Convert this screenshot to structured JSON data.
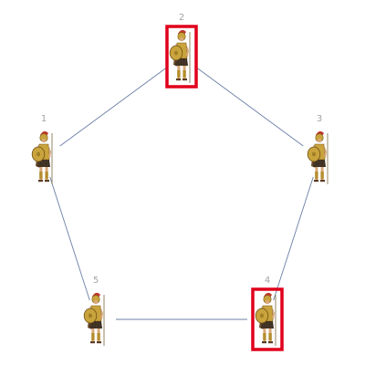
{
  "diagram": {
    "nodes": [
      {
        "id": "1",
        "label": "1",
        "selected": false
      },
      {
        "id": "2",
        "label": "2",
        "selected": true
      },
      {
        "id": "3",
        "label": "3",
        "selected": false
      },
      {
        "id": "4",
        "label": "4",
        "selected": true
      },
      {
        "id": "5",
        "label": "5",
        "selected": false
      }
    ],
    "edges": [
      [
        "1",
        "2"
      ],
      [
        "2",
        "3"
      ],
      [
        "3",
        "4"
      ],
      [
        "4",
        "5"
      ],
      [
        "5",
        "1"
      ]
    ],
    "node_icon": "roman-soldier-icon",
    "colors": {
      "edge": "#6b7ea6",
      "selection": "#e0001b",
      "label": "#a3a3a3"
    }
  }
}
